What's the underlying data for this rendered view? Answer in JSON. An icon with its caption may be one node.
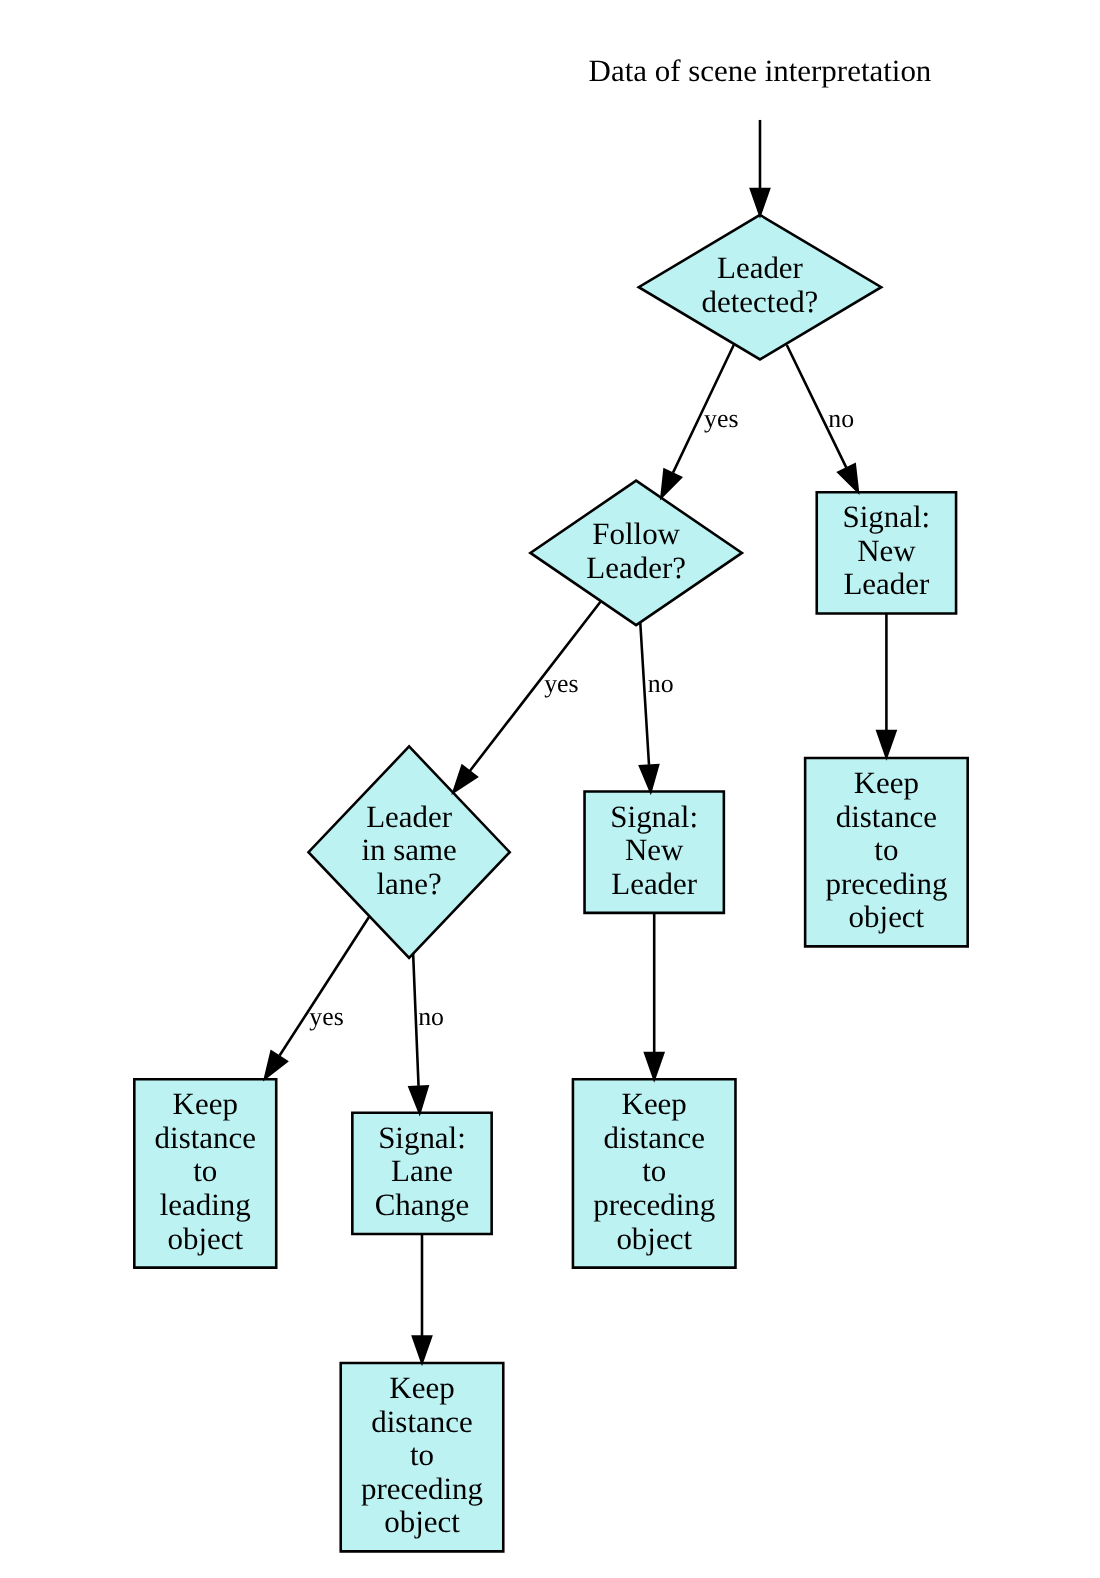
{
  "diagram": {
    "nodes": [
      {
        "text": [
          "Data of scene interpretation"
        ]
      },
      {
        "text": [
          "Leader detected?"
        ]
      },
      {
        "text": [
          "Follow Leader?"
        ]
      },
      {
        "text": [
          "Signal: New Leader"
        ]
      },
      {
        "text": [
          "Keep distance to preceding object"
        ]
      },
      {
        "text": [
          "Leader in same lane?"
        ]
      },
      {
        "text": [
          "Signal: New Leader"
        ]
      },
      {
        "text": [
          "Keep distance to preceding object"
        ]
      },
      {
        "text": [
          "Keep distance to leading object"
        ]
      },
      {
        "text": [
          "Signal: Lane Change"
        ]
      },
      {
        "text": [
          "Keep distance to preceding object"
        ]
      }
    ],
    "edges": [
      {
        "from": 0,
        "to": 1,
        "arrow": "to"
      },
      {
        "from": 1,
        "to": 2,
        "arrow": "to",
        "label": "yes"
      },
      {
        "from": 1,
        "to": 3,
        "arrow": "to",
        "label": "no"
      },
      {
        "from": 3,
        "to": 4,
        "arrow": "to"
      },
      {
        "from": 2,
        "to": 5,
        "arrow": "to",
        "label": "yes"
      },
      {
        "from": 2,
        "to": 6,
        "arrow": "to",
        "label": "no"
      },
      {
        "from": 6,
        "to": 7,
        "arrow": "to"
      },
      {
        "from": 5,
        "to": 8,
        "arrow": "to",
        "label": "yes"
      },
      {
        "from": 5,
        "to": 9,
        "arrow": "to",
        "label": "no"
      },
      {
        "from": 9,
        "to": 10,
        "arrow": "to"
      }
    ]
  }
}
